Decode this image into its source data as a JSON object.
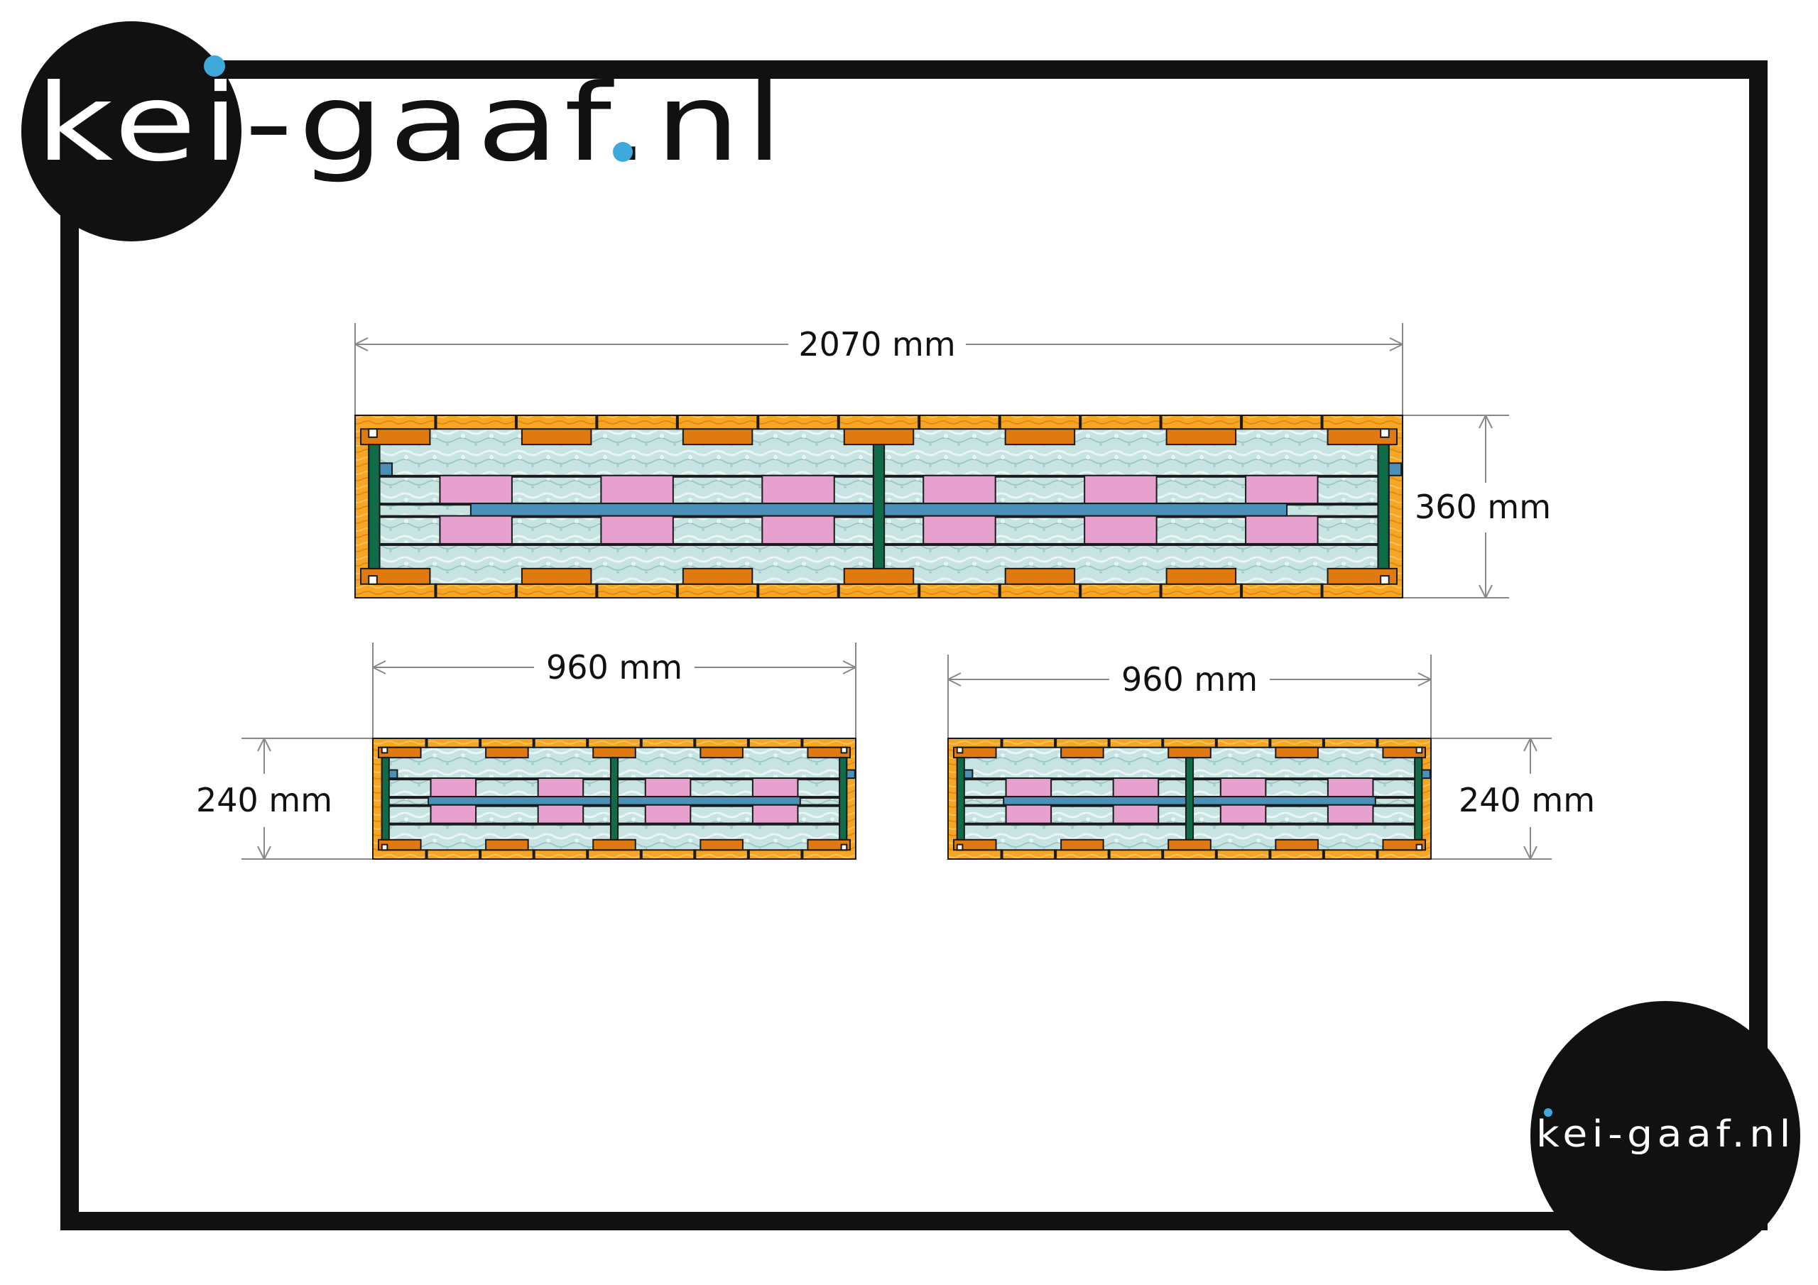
{
  "brand": {
    "logo_top": "kei-gaaf.nl",
    "logo_bottom": "kei-gaaf.nl",
    "accent_color": "#3fa9db",
    "ink_color": "#111111"
  },
  "panels": [
    {
      "id": "large",
      "width_label": "2070 mm",
      "height_label": "360 mm"
    },
    {
      "id": "small-left",
      "width_label": "960 mm",
      "height_label": "240 mm"
    },
    {
      "id": "small-right",
      "width_label": "960 mm",
      "height_label": "240 mm"
    }
  ],
  "glass_colors": {
    "amber": "#f4a020",
    "amber_dark": "#e07a10",
    "green": "#0f6b48",
    "clear": "#bfe0e0",
    "pink": "#e7a1cf",
    "blue": "#4a90b8",
    "lead": "#1a1a1a"
  }
}
